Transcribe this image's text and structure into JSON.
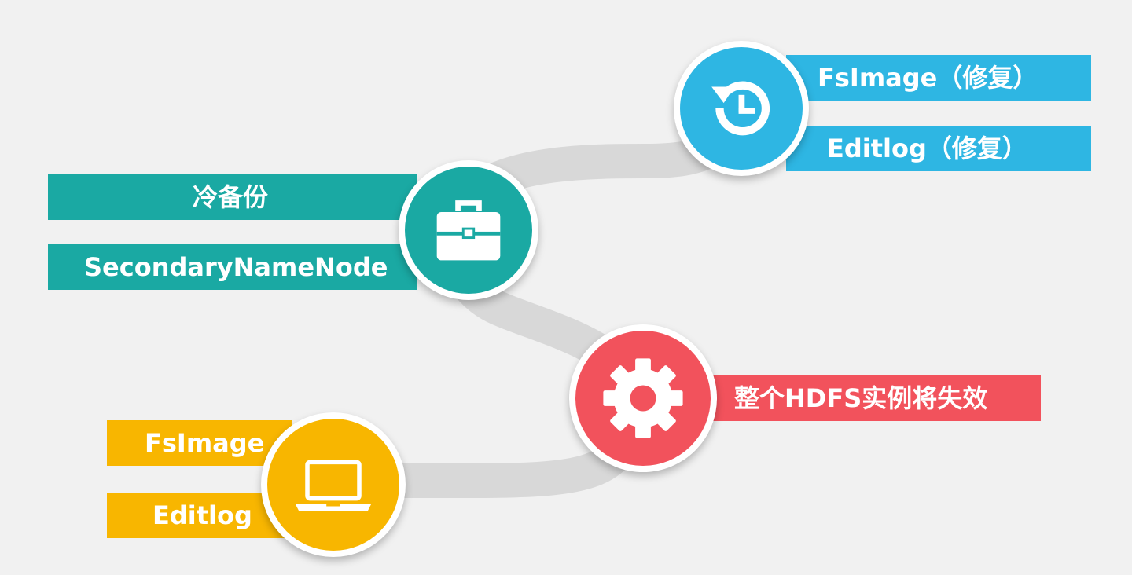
{
  "nodes": {
    "cold_backup": {
      "labels": [
        "冷备份",
        "SecondaryNameNode"
      ],
      "icon": "briefcase-icon",
      "color": "#1aa9a3"
    },
    "repair": {
      "labels": [
        "FsImage（修复）",
        "Editlog（修复）"
      ],
      "icon": "history-restore-icon",
      "color": "#2eb6e3"
    },
    "failure": {
      "labels": [
        "整个HDFS实例将失效"
      ],
      "icon": "gear-icon",
      "color": "#f2525c"
    },
    "namenode": {
      "labels": [
        "FsImage",
        "Editlog"
      ],
      "icon": "laptop-icon",
      "color": "#f8b600"
    }
  },
  "path_color": "#d8d8d8"
}
